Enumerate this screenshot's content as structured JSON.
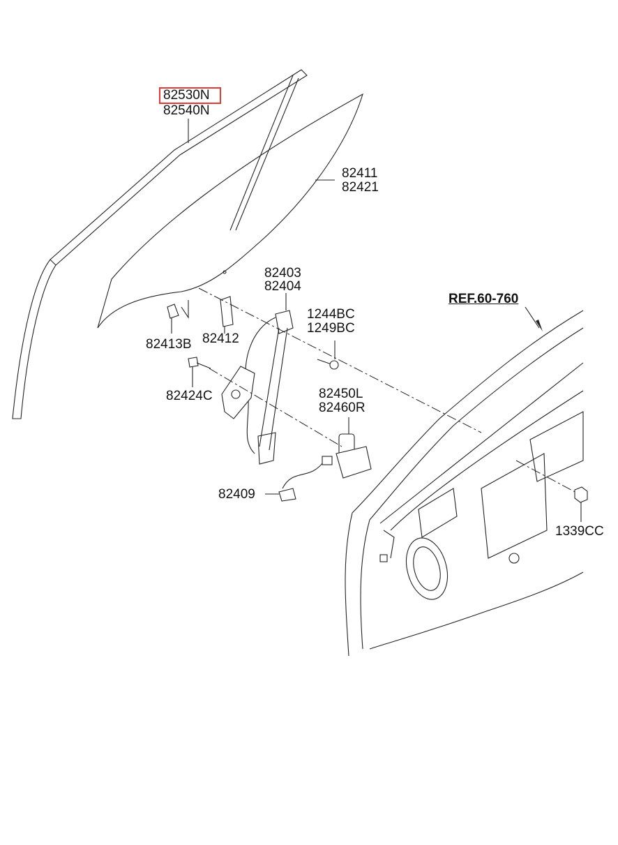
{
  "labels": {
    "moulding_lh": "82530N",
    "moulding_rh": "82540N",
    "glass_lh": "82411",
    "glass_rh": "82421",
    "regulator_lh": "82403",
    "regulator_rh": "82404",
    "bolt_a": "1244BC",
    "bolt_b": "1249BC",
    "clip": "82413B",
    "bracket": "82412",
    "bolt_c": "82424C",
    "motor_l": "82450L",
    "motor_r": "82460R",
    "harness": "82409",
    "nut": "1339CC",
    "ref": "REF.60-760"
  },
  "highlight": {
    "label": "82530N",
    "color": "#e53935"
  }
}
